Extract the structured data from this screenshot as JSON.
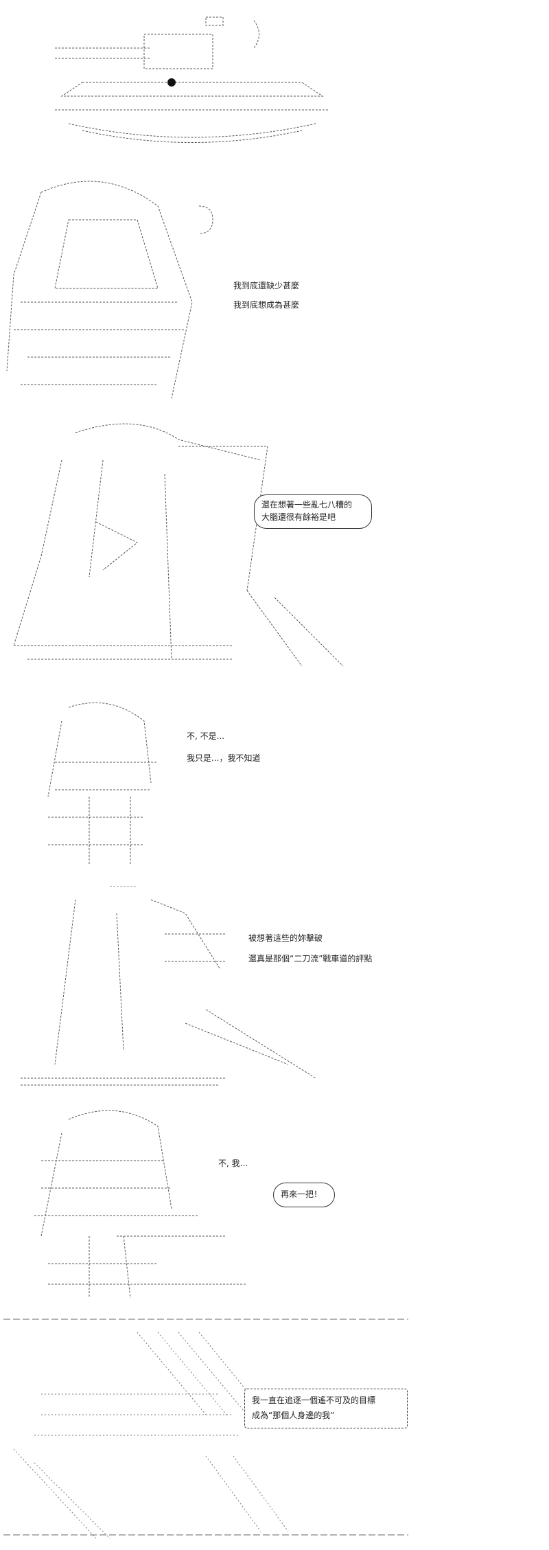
{
  "panels": [
    {
      "id": "tank",
      "lines": []
    },
    {
      "id": "thinking",
      "lines": [
        "我到底還缺少甚麼",
        "我到底想成為甚麼"
      ]
    },
    {
      "id": "bubble1",
      "bubble_lines": [
        "還在想著一些亂七八糟的",
        "大腦還很有餘裕是吧"
      ]
    },
    {
      "id": "answer",
      "lines": [
        "不, 不是...",
        "我只是...，我不知道"
      ]
    },
    {
      "id": "memory",
      "lines": [
        "被想著這些的妳擊破",
        "還真是那個“二刀流”戰車道的評點"
      ]
    },
    {
      "id": "again",
      "lines": [
        "不, 我..."
      ],
      "bubble_lines": [
        "再來一把！"
      ]
    },
    {
      "id": "goal",
      "lines": [
        "我一直在追逐一個遙不可及的目標",
        "成為“那個人身邊的我”"
      ]
    }
  ]
}
